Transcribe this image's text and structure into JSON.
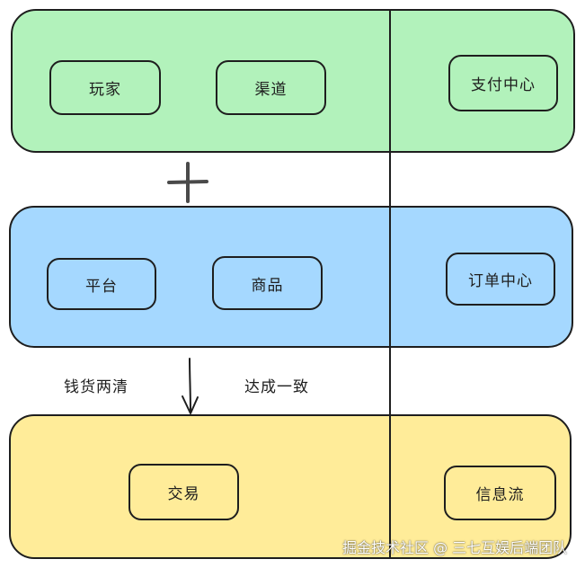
{
  "colors": {
    "top_panel": "#b2f2bb",
    "middle_panel": "#a5d8ff",
    "bottom_panel": "#ffec99",
    "stroke": "#1e1e1e",
    "plus": "#4a4a4a"
  },
  "top_row": {
    "left_nodes": [
      "玩家",
      "渠道"
    ],
    "right_node": "支付中心"
  },
  "middle_row": {
    "left_nodes": [
      "平台",
      "商品"
    ],
    "right_node": "订单中心"
  },
  "bottom_row": {
    "left_node": "交易",
    "right_node": "信息流"
  },
  "connectors": {
    "plus_icon": "plus-icon",
    "arrow_icon": "arrow-down-icon",
    "left_label": "钱货两清",
    "right_label": "达成一致"
  },
  "watermark": "掘金技术社区 @ 三七互娱后端团队"
}
